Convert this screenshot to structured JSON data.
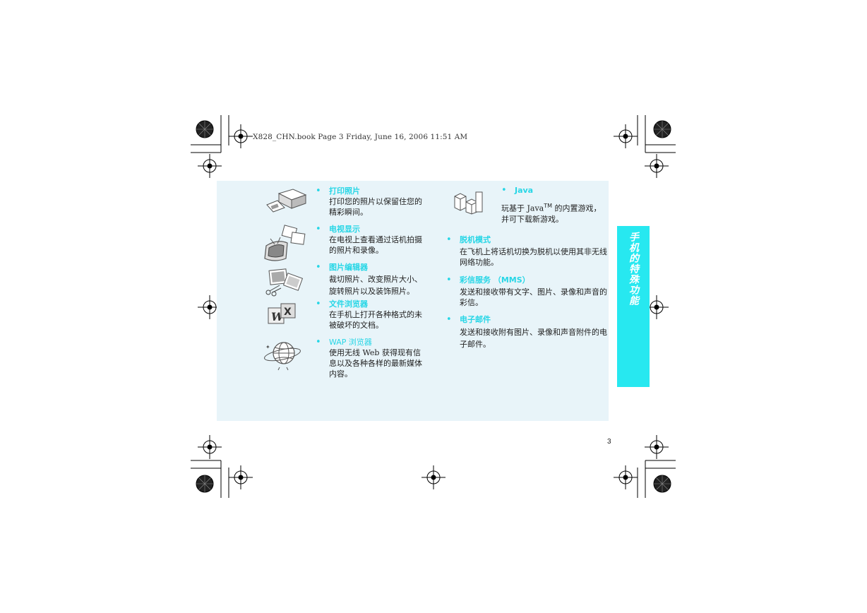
{
  "header": {
    "book_info": "X828_CHN.book  Page 3  Friday, June 16, 2006  11:51 AM"
  },
  "side_tab": {
    "label": "手机的特殊功能"
  },
  "features_left": [
    {
      "title": "打印照片",
      "desc": "打印您的照片以保留住您的精彩瞬间。",
      "icon": "printer-icon"
    },
    {
      "title": "电视显示",
      "desc": "在电视上查看通过话机拍摄的照片和录像。",
      "icon": "tv-icon"
    },
    {
      "title": "图片编辑器",
      "desc": "裁切照片、改变照片大小、旋转照片以及装饰照片。",
      "icon": "photo-editor-icon"
    },
    {
      "title": "文件浏览器",
      "desc": "在手机上打开各种格式的未被破坏的文档。",
      "icon": "document-viewer-icon"
    },
    {
      "title": "WAP 浏览器",
      "desc": "使用无线 Web 获得现有信息以及各种各样的最新媒体内容。",
      "icon": "globe-icon"
    }
  ],
  "features_right": [
    {
      "title": "Java",
      "desc_prefix": "玩基于 Java",
      "desc_sup": "TM",
      "desc_suffix": " 的内置游戏，",
      "desc_line2": "并可下载新游戏。",
      "icon": "blocks-icon"
    },
    {
      "title": "脱机模式",
      "desc": "在飞机上将话机切换为脱机以使用其非无线网络功能。"
    },
    {
      "title": "彩信服务 （MMS）",
      "desc": "发送和接收带有文字、图片、录像和声音的彩信。"
    },
    {
      "title": "电子邮件",
      "desc": "发送和接收附有图片、录像和声音附件的电子邮件。"
    }
  ],
  "bullet": "•",
  "page_number": "3",
  "colors": {
    "accent": "#27d6e6",
    "panel_bg": "#e8f4f9",
    "tab_bg": "#27e8f0"
  }
}
